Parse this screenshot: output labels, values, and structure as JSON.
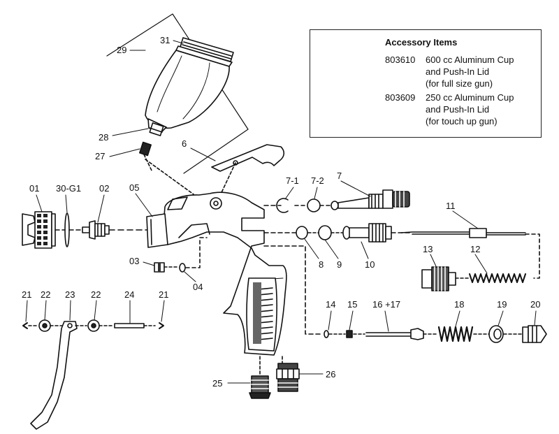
{
  "accessory_box": {
    "title": "Accessory Items",
    "items": [
      {
        "code": "803610",
        "lines": [
          "600 cc Aluminum Cup",
          "and Push-In Lid",
          "(for full size gun)"
        ]
      },
      {
        "code": "803609",
        "lines": [
          "250 cc Aluminum Cup",
          "and Push-In Lid",
          "(for touch up gun)"
        ]
      }
    ]
  },
  "part_labels": {
    "p29": "29",
    "p31": "31",
    "p28": "28",
    "p27": "27",
    "p6": "6",
    "p7_1": "7-1",
    "p7_2": "7-2",
    "p7": "7",
    "p11": "11",
    "p01": "01",
    "p30g1": "30-G1",
    "p02": "02",
    "p05": "05",
    "p8": "8",
    "p9": "9",
    "p10": "10",
    "p13": "13",
    "p12": "12",
    "p03": "03",
    "p04": "04",
    "p21a": "21",
    "p22a": "22",
    "p23": "23",
    "p22b": "22",
    "p24": "24",
    "p21b": "21",
    "p14": "14",
    "p15": "15",
    "p16_17": "16 +17",
    "p18": "18",
    "p19": "19",
    "p20": "20",
    "p25": "25",
    "p26": "26"
  }
}
